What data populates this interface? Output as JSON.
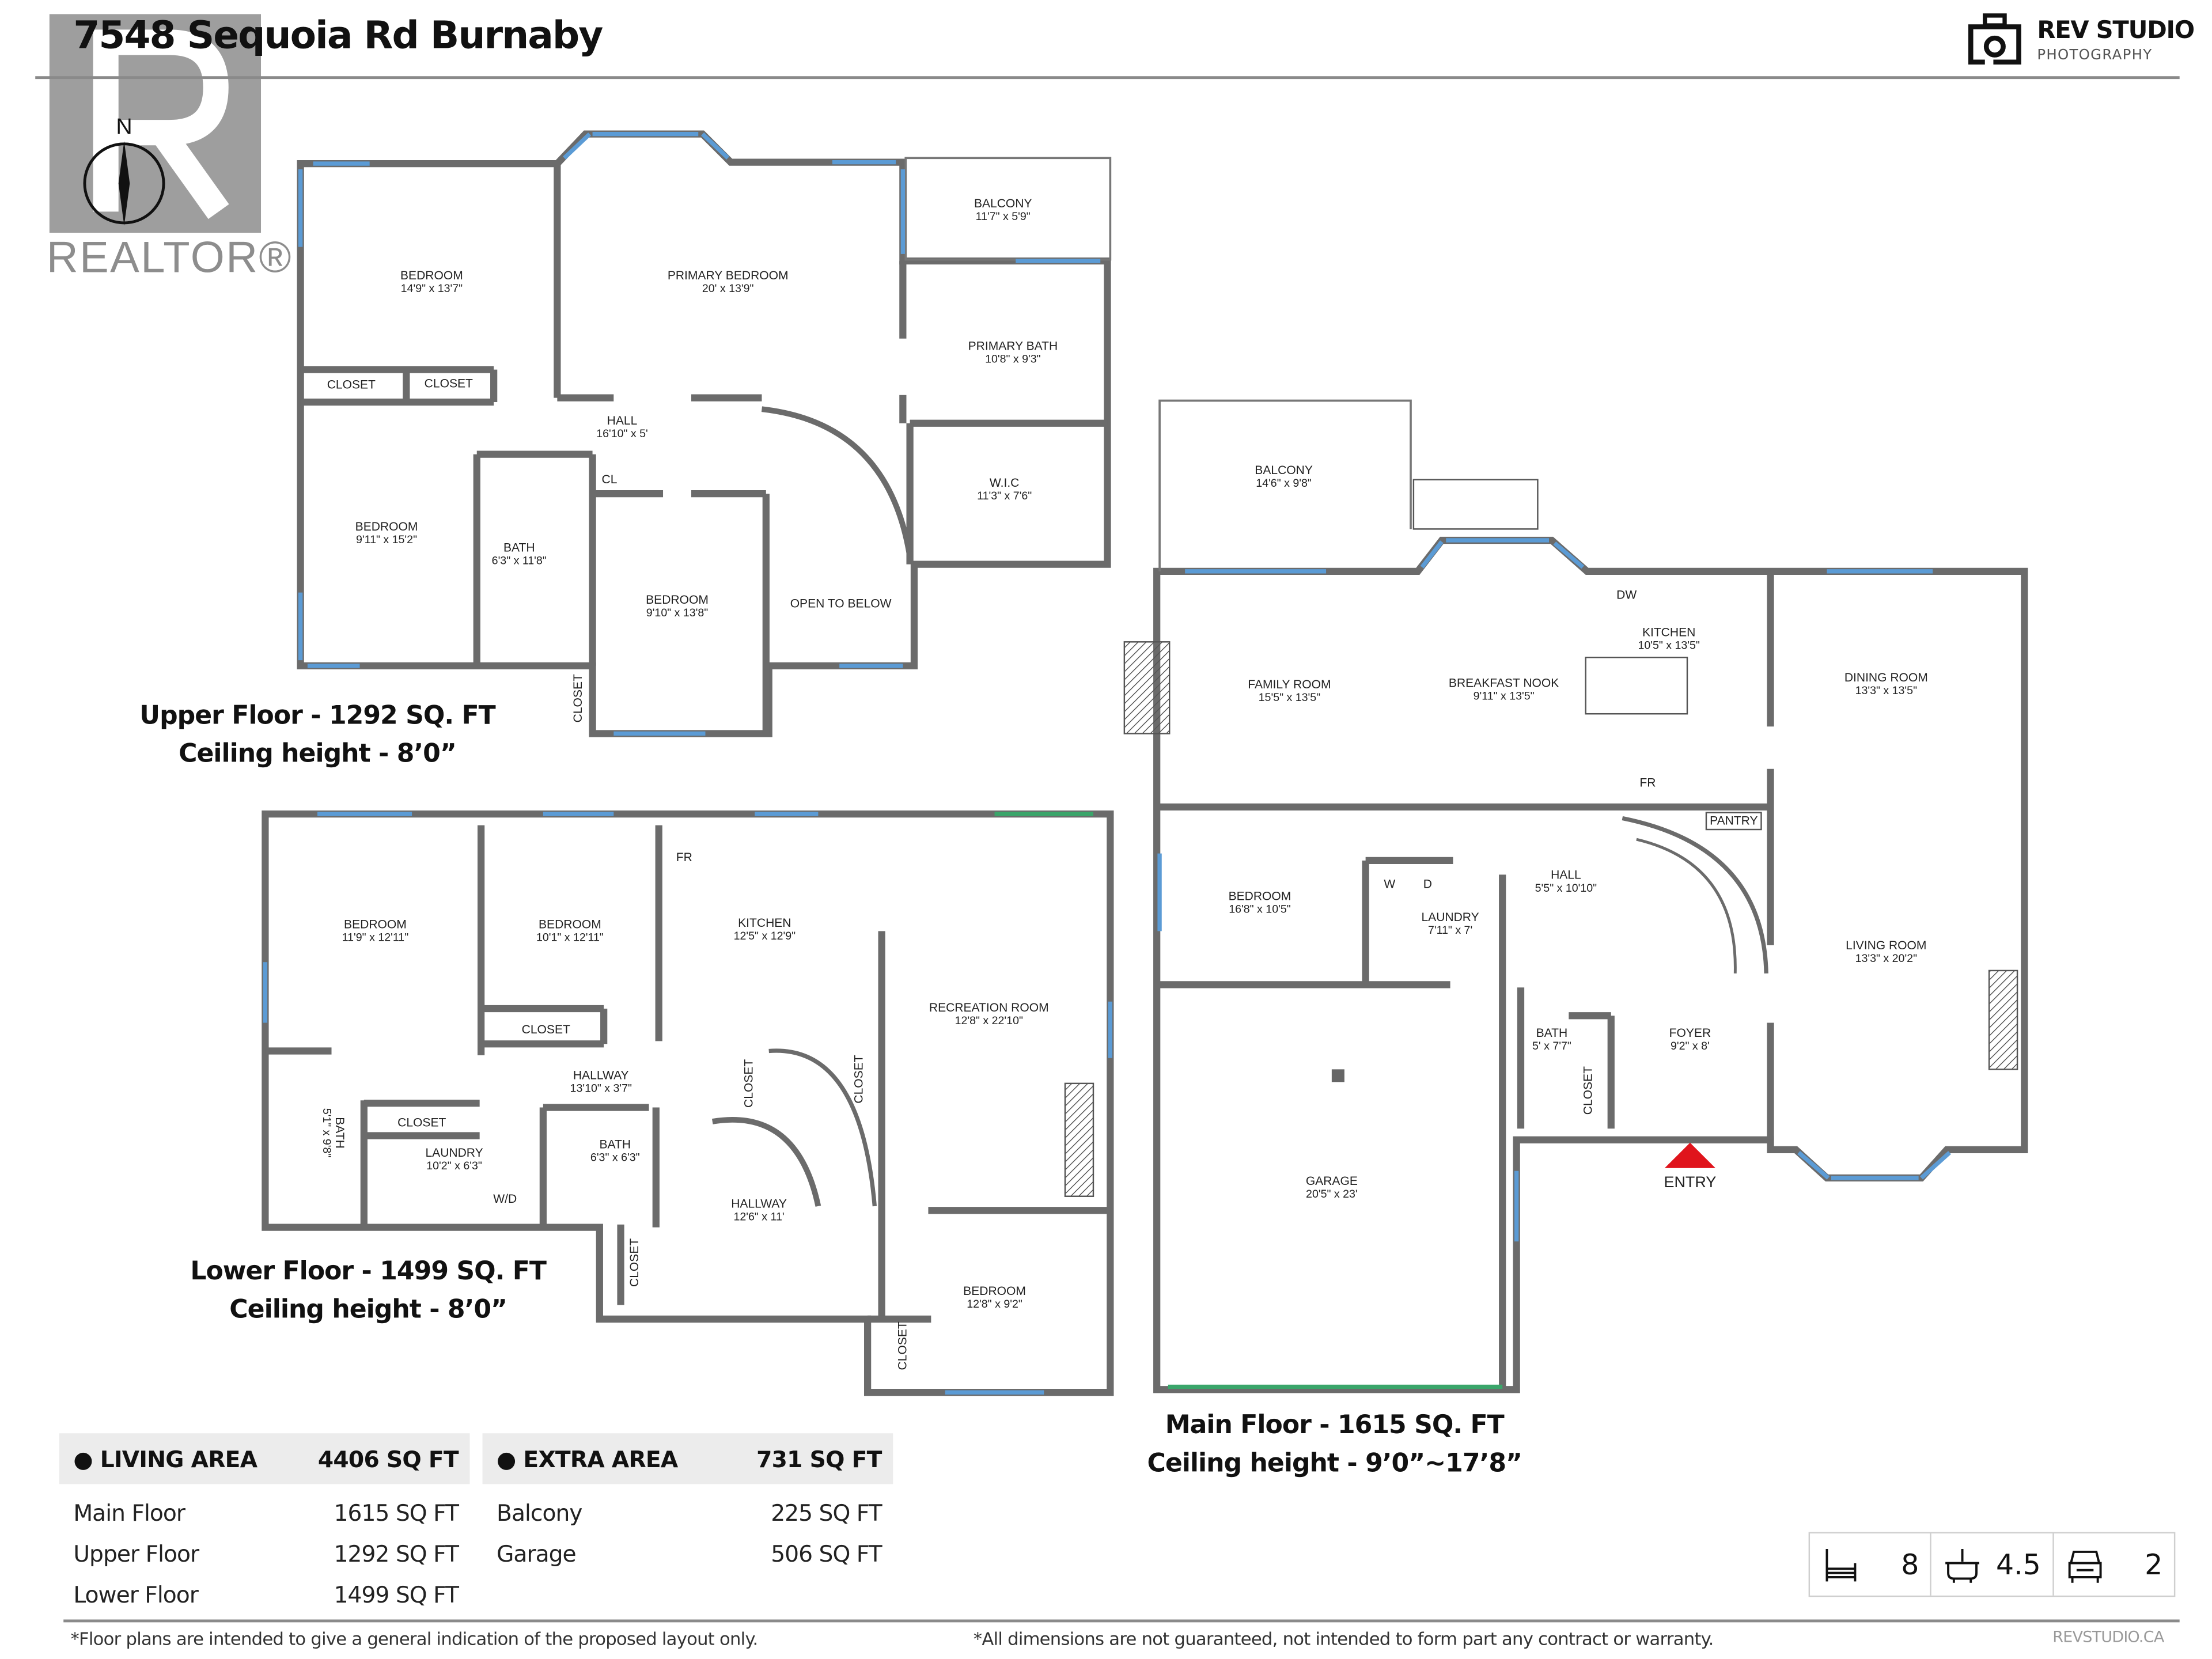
{
  "header": {
    "title": "7548 Sequoia Rd Burnaby"
  },
  "realtor_logo": {
    "letter": "R",
    "text": "REALTOR®",
    "compass_label": "N"
  },
  "brand_logo": {
    "name": "REV STUDIO",
    "tagline": "PHOTOGRAPHY"
  },
  "colors": {
    "wall": "#6b6b6b",
    "window": "#5b9bd5",
    "door": "#3aa56a",
    "entry": "#e0141c"
  },
  "upper": {
    "caption": "Upper Floor - 1292 SQ. FT",
    "ceiling": "Ceiling height - 8’0”",
    "rooms": [
      {
        "name": "BEDROOM",
        "dims": "14'9\" x 13'7\""
      },
      {
        "name": "PRIMARY BEDROOM",
        "dims": "20' x 13'9\""
      },
      {
        "name": "BALCONY",
        "dims": "11'7\" x 5'9\""
      },
      {
        "name": "PRIMARY BATH",
        "dims": "10'8\" x 9'3\""
      },
      {
        "name": "W.I.C",
        "dims": "11'3\" x 7'6\""
      },
      {
        "name": "CLOSET"
      },
      {
        "name": "CLOSET"
      },
      {
        "name": "HALL",
        "dims": "16'10\" x 5'"
      },
      {
        "name": "BEDROOM",
        "dims": "9'11\" x 15'2\""
      },
      {
        "name": "BATH",
        "dims": "6'3\" x 11'8\""
      },
      {
        "name": "CL"
      },
      {
        "name": "BEDROOM",
        "dims": "9'10\" x 13'8\""
      },
      {
        "name": "OPEN TO BELOW"
      },
      {
        "name": "CLOSET"
      }
    ]
  },
  "lower": {
    "caption": "Lower Floor - 1499 SQ. FT",
    "ceiling": "Ceiling height - 8’0”",
    "rooms": [
      {
        "name": "BEDROOM",
        "dims": "11'9\" x 12'11\""
      },
      {
        "name": "BEDROOM",
        "dims": "10'1\" x 12'11\""
      },
      {
        "name": "CLOSET"
      },
      {
        "name": "KITCHEN",
        "dims": "12'5\" x 12'9\""
      },
      {
        "name": "FR"
      },
      {
        "name": "RECREATION ROOM",
        "dims": "12'8\" x 22'10\""
      },
      {
        "name": "HALLWAY",
        "dims": "13'10\" x 3'7\""
      },
      {
        "name": "CLOSET"
      },
      {
        "name": "BATH",
        "dims": "5'1\" x 9'8\""
      },
      {
        "name": "LAUNDRY",
        "dims": "10'2\" x 6'3\""
      },
      {
        "name": "W/D"
      },
      {
        "name": "BATH",
        "dims": "6'3\" x 6'3\""
      },
      {
        "name": "CLOSET"
      },
      {
        "name": "CLOSET"
      },
      {
        "name": "HALLWAY",
        "dims": "12'6\" x 11'"
      },
      {
        "name": "CLOSET"
      },
      {
        "name": "BEDROOM",
        "dims": "12'8\" x 9'2\""
      },
      {
        "name": "CLOSET"
      }
    ]
  },
  "main": {
    "caption": "Main Floor - 1615 SQ. FT",
    "ceiling": "Ceiling height - 9’0”~17’8”",
    "rooms": [
      {
        "name": "BALCONY",
        "dims": "14'6\" x 9'8\""
      },
      {
        "name": "FAMILY ROOM",
        "dims": "15'5\" x 13'5\""
      },
      {
        "name": "BREAKFAST NOOK",
        "dims": "9'11\" x 13'5\""
      },
      {
        "name": "KITCHEN",
        "dims": "10'5\" x 13'5\""
      },
      {
        "name": "DW"
      },
      {
        "name": "DINING ROOM",
        "dims": "13'3\" x 13'5\""
      },
      {
        "name": "FR"
      },
      {
        "name": "PANTRY"
      },
      {
        "name": "BEDROOM",
        "dims": "16'8\" x 10'5\""
      },
      {
        "name": "LAUNDRY",
        "dims": "7'11\" x 7'"
      },
      {
        "name": "W"
      },
      {
        "name": "D"
      },
      {
        "name": "HALL",
        "dims": "5'5\" x 10'10\""
      },
      {
        "name": "LIVING ROOM",
        "dims": "13'3\" x 20'2\""
      },
      {
        "name": "BATH",
        "dims": "5' x 7'7\""
      },
      {
        "name": "FOYER",
        "dims": "9'2\" x 8'"
      },
      {
        "name": "CLOSET"
      },
      {
        "name": "GARAGE",
        "dims": "20'5\" x 23'"
      },
      {
        "name": "ENTRY"
      }
    ]
  },
  "living_area": {
    "label": "LIVING AREA",
    "total": "4406 SQ FT",
    "rows": [
      {
        "label": "Main Floor",
        "value": "1615 SQ FT"
      },
      {
        "label": "Upper Floor",
        "value": "1292 SQ FT"
      },
      {
        "label": "Lower Floor",
        "value": "1499 SQ FT"
      }
    ]
  },
  "extra_area": {
    "label": "EXTRA AREA",
    "total": "731 SQ FT",
    "rows": [
      {
        "label": "Balcony",
        "value": "225 SQ FT"
      },
      {
        "label": "Garage",
        "value": "506 SQ FT"
      }
    ]
  },
  "stats": {
    "bedrooms": "8",
    "bathrooms": "4.5",
    "parking": "2",
    "icons": [
      "bed-icon",
      "bathtub-icon",
      "car-icon"
    ]
  },
  "footer": {
    "left_note": "*Floor plans are intended to give a general indication of the proposed layout only.",
    "right_note": "*All dimensions are not guaranteed, not intended to form part any contract or warranty.",
    "site": "REVSTUDIO.CA"
  }
}
